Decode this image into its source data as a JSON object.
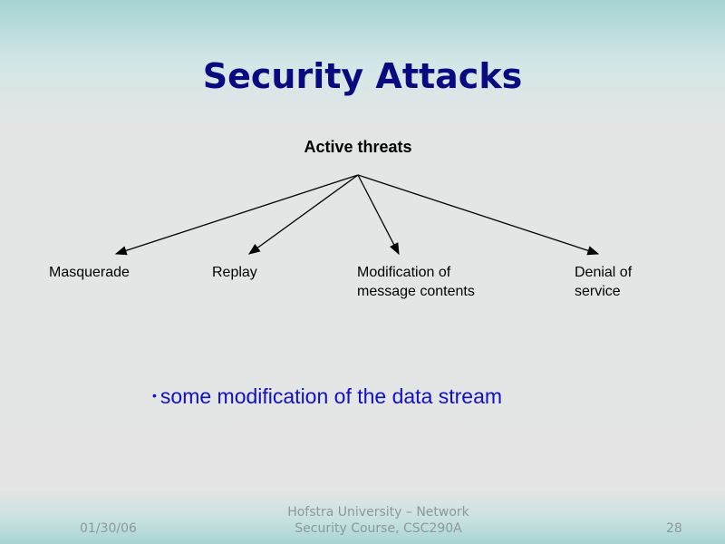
{
  "slide": {
    "title": "Security Attacks",
    "bullet": "some modification of the data stream"
  },
  "diagram": {
    "root": "Active threats",
    "children": [
      "Masquerade",
      "Replay",
      "Modification of message contents",
      "Denial of service"
    ]
  },
  "footer": {
    "date": "01/30/06",
    "center": "Hofstra University – Network Security Course, CSC290A",
    "page": "28"
  }
}
